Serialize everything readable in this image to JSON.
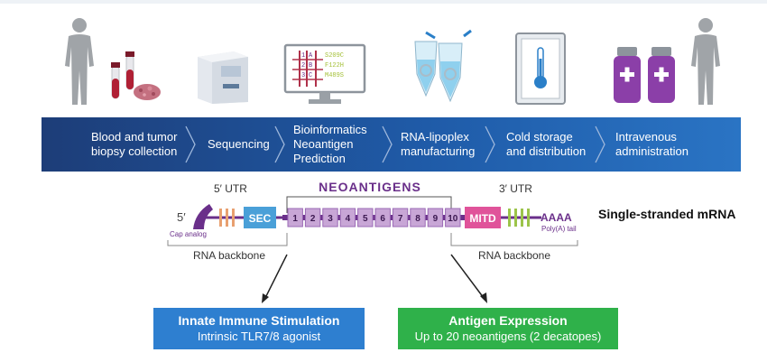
{
  "pipeline": {
    "steps": [
      {
        "label": "Blood and tumor\nbiopsy collection"
      },
      {
        "label": "Sequencing"
      },
      {
        "label": "Bioinformatics\nNeoantigen\nPrediction"
      },
      {
        "label": "RNA-lipoplex\nmanufacturing"
      },
      {
        "label": "Cold storage\nand distribution"
      },
      {
        "label": "Intravenous\nadministration"
      }
    ]
  },
  "monitor": {
    "rows": [
      {
        "num": "1",
        "letter": "A",
        "code": "S209C"
      },
      {
        "num": "2",
        "letter": "B",
        "code": "F122H"
      },
      {
        "num": "3",
        "letter": "C",
        "code": "M489S"
      }
    ]
  },
  "mrna": {
    "five_prime": "5′",
    "five_utr": "5′ UTR",
    "cap_analog": "Cap analog",
    "sec": "SEC",
    "neoantigens_title": "NEOANTIGENS",
    "segments": [
      "1",
      "2",
      "3",
      "4",
      "5",
      "6",
      "7",
      "8",
      "9",
      "10"
    ],
    "mitd": "MITD",
    "three_utr": "3′ UTR",
    "polya": "AAAA",
    "polya_label": "Poly(A) tail",
    "backbone_left": "RNA backbone",
    "backbone_right": "RNA backbone",
    "title": "Single-stranded mRNA"
  },
  "outcomes": {
    "left": {
      "title": "Innate Immune Stimulation",
      "subtitle": "Intrinsic TLR7/8 agonist",
      "color": "#2e7fd0"
    },
    "right": {
      "title": "Antigen Expression",
      "subtitle": "Up to 20 neoantigens (2 decatopes)",
      "color": "#2fb14a"
    }
  },
  "colors": {
    "banner": "#1f5ba8",
    "purple": "#6a2f8a",
    "neo_purple": "#9a6ab5",
    "neo_segment": "#c8a6d6",
    "sec": "#4aa0d8",
    "mitd": "#e0539a",
    "utr_orange": "#e8a070",
    "utr_green": "#9cc44a"
  }
}
